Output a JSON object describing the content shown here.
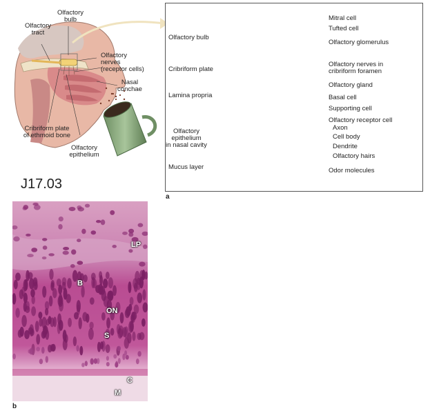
{
  "figure_code": "J17.03",
  "panel_a": {
    "letter": "a",
    "head_labels": {
      "olfactory_tract": "Olfactory\ntract",
      "olfactory_bulb": "Olfactory\nbulb",
      "olfactory_nerves": "Olfactory\nnerves\n(receptor cells)",
      "nasal_conchae": "Nasal\nconchae",
      "cribriform_plate_ethmoid": "Cribriform plate\nof ethmoid bone",
      "olfactory_epithelium": "Olfactory\nepithelium"
    },
    "region_labels": {
      "olfactory_bulb": "Olfactory bulb",
      "cribriform_plate": "Cribriform plate",
      "lamina_propria": "Lamina propria",
      "olfactory_epithelium_nasal_cavity": "Olfactory\nepithelium\nin nasal cavity",
      "mucus_layer": "Mucus layer"
    },
    "structure_labels": {
      "mitral_cell": "Mitral cell",
      "tufted_cell": "Tufted cell",
      "olfactory_glomerulus": "Olfactory glomerulus",
      "olfactory_nerves_foramen": "Olfactory nerves in\ncribriform foramen",
      "olfactory_gland": "Olfactory gland",
      "basal_cell": "Basal cell",
      "supporting_cell": "Supporting cell",
      "olfactory_receptor_cell": "Olfactory receptor cell",
      "axon": "Axon",
      "cell_body": "Cell body",
      "dendrite": "Dendrite",
      "olfactory_hairs": "Olfactory hairs",
      "odor_molecules": "Odor molecules"
    }
  },
  "panel_b": {
    "letter": "b",
    "labels": {
      "lp": "LP",
      "b": "B",
      "on": "ON",
      "s": "S",
      "c": "C",
      "m": "M"
    }
  },
  "colors": {
    "mucosa_pink": "#e9a6a0",
    "bone": "#efe3c8",
    "bulb_yellow": "#f2d277",
    "mug_green": "#8fae83",
    "histology_magenta": "#b0327f",
    "histology_light": "#e6b9d3"
  }
}
